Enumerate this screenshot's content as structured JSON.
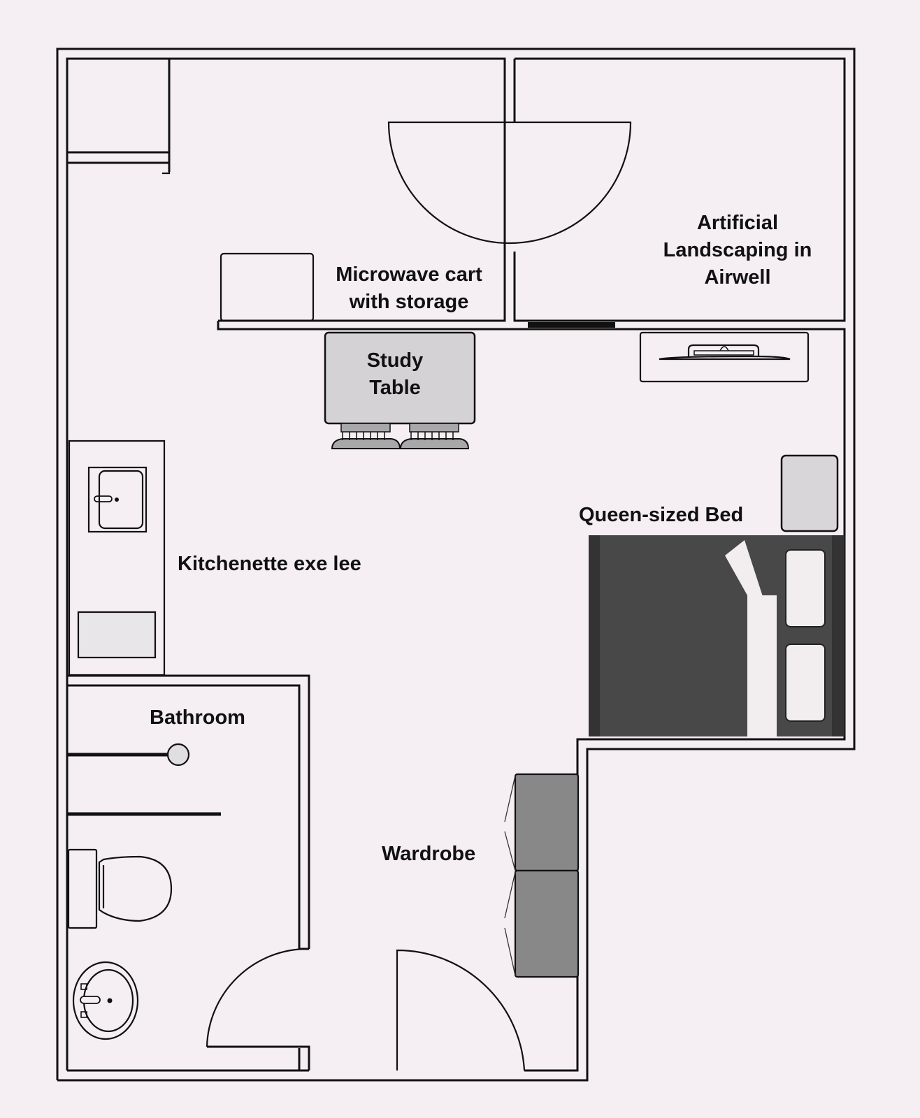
{
  "plan": {
    "labels": {
      "microwave_cart": [
        "Microwave cart",
        "with storage"
      ],
      "landscaping": [
        "Artificial",
        "Landscaping in",
        "Airwell"
      ],
      "study_table": [
        "Study",
        "Table"
      ],
      "bed": "Queen-sized Bed",
      "kitchenette": "Kitchenette exe lee",
      "bathroom": "Bathroom",
      "wardrobe": "Wardrobe"
    },
    "colors": {
      "background": "#f5eef2",
      "wall": "#111111",
      "bed_dark": "#484848",
      "wardrobe_gray": "#888888",
      "table_gray": "#d4d2d4"
    }
  }
}
